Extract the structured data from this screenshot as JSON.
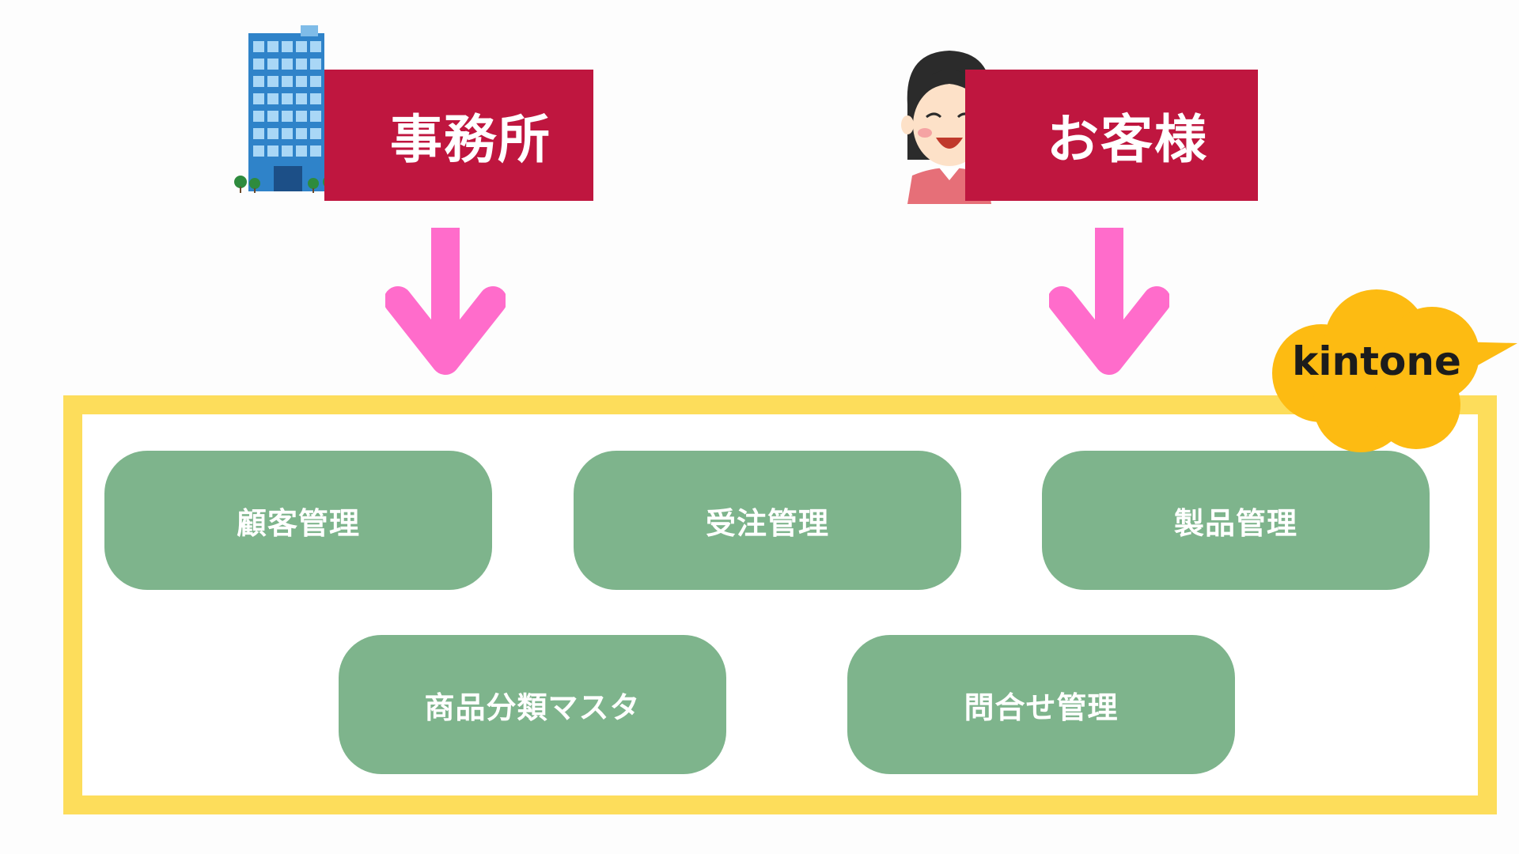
{
  "sources": {
    "office": {
      "label": "事務所",
      "illustration": "office-building-icon"
    },
    "customer": {
      "label": "お客様",
      "illustration": "smiling-woman-icon"
    }
  },
  "arrow_color": "#ff6ccb",
  "platform": {
    "name": "kintone",
    "badge_color": "#fdbb12",
    "frame_color": "#fddd5b"
  },
  "apps": [
    {
      "label": "顧客管理"
    },
    {
      "label": "受注管理"
    },
    {
      "label": "製品管理"
    },
    {
      "label": "商品分類マスタ"
    },
    {
      "label": "問合せ管理"
    }
  ],
  "colors": {
    "label_bg": "#bf163f",
    "app_bg": "#7eb48c"
  }
}
